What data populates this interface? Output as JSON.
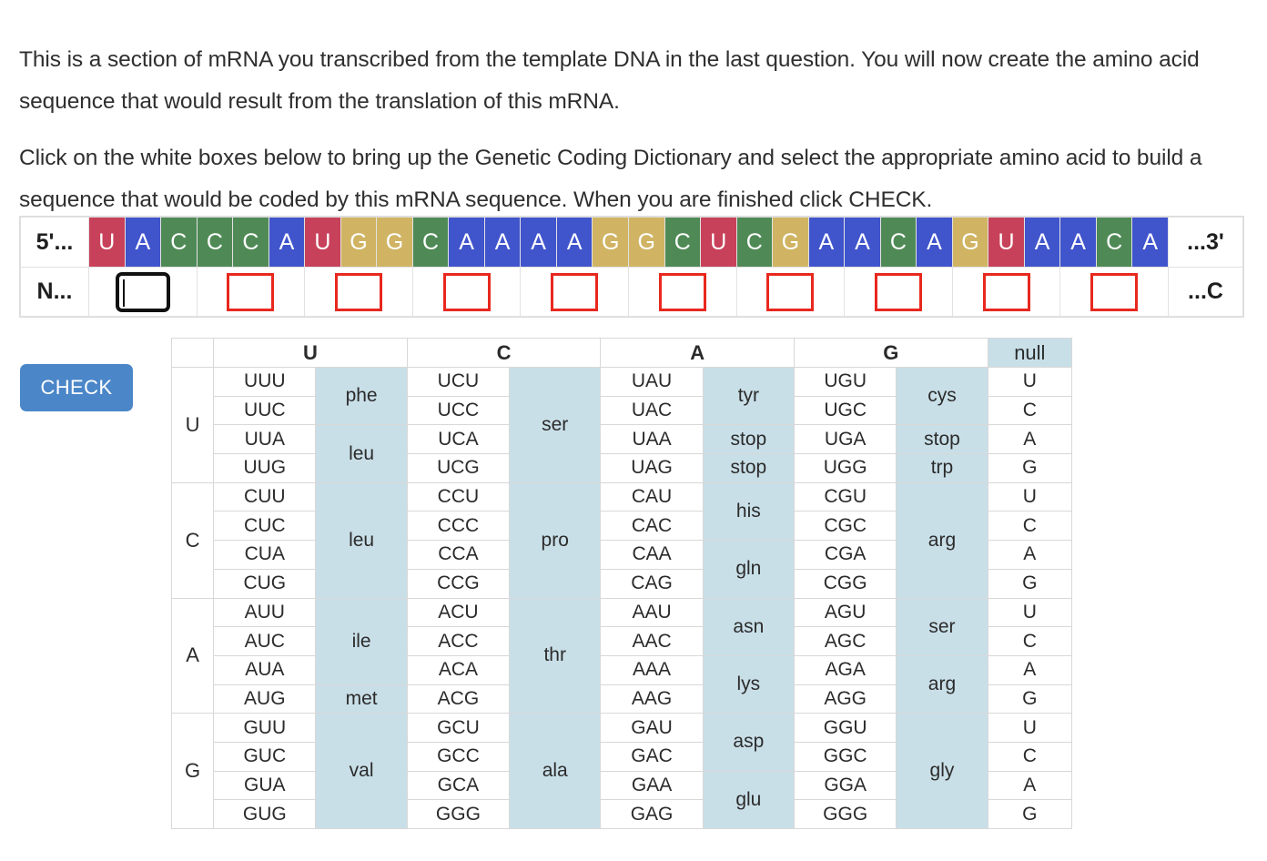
{
  "intro": {
    "p1": "This is a section of mRNA you transcribed from the template DNA in the last question. You will now create the amino acid sequence that would result from the translation of this mRNA.",
    "p2": "Click on the white boxes below to bring up the Genetic Coding Dictionary and select the appropriate amino acid to build a sequence that would be coded by this mRNA sequence. When you are finished click CHECK."
  },
  "sequence": {
    "left_label": "5'...",
    "right_label": "...3'",
    "answer_left_label": "N...",
    "answer_right_label": "...C",
    "nucleotides": [
      "U",
      "A",
      "C",
      "C",
      "C",
      "A",
      "U",
      "G",
      "G",
      "C",
      "A",
      "A",
      "A",
      "A",
      "G",
      "G",
      "C",
      "U",
      "C",
      "G",
      "A",
      "A",
      "C",
      "A",
      "G",
      "U",
      "A",
      "A",
      "C",
      "A"
    ],
    "answers": [
      "",
      "",
      "",
      "",
      "",
      "",
      "",
      "",
      "",
      ""
    ],
    "focused_index": 0,
    "colors": {
      "U": "#c8415a",
      "A": "#4054cc",
      "C": "#4f8a56",
      "G": "#d0b463",
      "box_border": "#e8281e",
      "focused_box_border": "#111111"
    }
  },
  "check_button": {
    "label": "CHECK",
    "color": "#4a86c8"
  },
  "codon_table": {
    "corner": "",
    "column_headers": [
      "U",
      "C",
      "A",
      "G"
    ],
    "null_header": "null",
    "row_headers": [
      "U",
      "C",
      "A",
      "G"
    ],
    "third_base": [
      "U",
      "C",
      "A",
      "G"
    ],
    "highlight_color": "#c9dfe8",
    "rows": [
      {
        "first": "U",
        "blocks": [
          {
            "col": "U",
            "groups": [
              {
                "codons": [
                  "UUU",
                  "UUC"
                ],
                "aa": "phe"
              },
              {
                "codons": [
                  "UUA",
                  "UUG"
                ],
                "aa": "leu"
              }
            ]
          },
          {
            "col": "C",
            "groups": [
              {
                "codons": [
                  "UCU",
                  "UCC",
                  "UCA",
                  "UCG"
                ],
                "aa": "ser"
              }
            ]
          },
          {
            "col": "A",
            "groups": [
              {
                "codons": [
                  "UAU",
                  "UAC"
                ],
                "aa": "tyr"
              },
              {
                "codons": [
                  "UAA"
                ],
                "aa": "stop"
              },
              {
                "codons": [
                  "UAG"
                ],
                "aa": "stop"
              }
            ]
          },
          {
            "col": "G",
            "groups": [
              {
                "codons": [
                  "UGU",
                  "UGC"
                ],
                "aa": "cys"
              },
              {
                "codons": [
                  "UGA"
                ],
                "aa": "stop"
              },
              {
                "codons": [
                  "UGG"
                ],
                "aa": "trp"
              }
            ]
          }
        ]
      },
      {
        "first": "C",
        "blocks": [
          {
            "col": "U",
            "groups": [
              {
                "codons": [
                  "CUU",
                  "CUC",
                  "CUA",
                  "CUG"
                ],
                "aa": "leu"
              }
            ]
          },
          {
            "col": "C",
            "groups": [
              {
                "codons": [
                  "CCU",
                  "CCC",
                  "CCA",
                  "CCG"
                ],
                "aa": "pro"
              }
            ]
          },
          {
            "col": "A",
            "groups": [
              {
                "codons": [
                  "CAU",
                  "CAC"
                ],
                "aa": "his"
              },
              {
                "codons": [
                  "CAA",
                  "CAG"
                ],
                "aa": "gln"
              }
            ]
          },
          {
            "col": "G",
            "groups": [
              {
                "codons": [
                  "CGU",
                  "CGC",
                  "CGA",
                  "CGG"
                ],
                "aa": "arg"
              }
            ]
          }
        ]
      },
      {
        "first": "A",
        "blocks": [
          {
            "col": "U",
            "groups": [
              {
                "codons": [
                  "AUU",
                  "AUC",
                  "AUA"
                ],
                "aa": "ile"
              },
              {
                "codons": [
                  "AUG"
                ],
                "aa": "met"
              }
            ]
          },
          {
            "col": "C",
            "groups": [
              {
                "codons": [
                  "ACU",
                  "ACC",
                  "ACA",
                  "ACG"
                ],
                "aa": "thr"
              }
            ]
          },
          {
            "col": "A",
            "groups": [
              {
                "codons": [
                  "AAU",
                  "AAC"
                ],
                "aa": "asn"
              },
              {
                "codons": [
                  "AAA",
                  "AAG"
                ],
                "aa": "lys"
              }
            ]
          },
          {
            "col": "G",
            "groups": [
              {
                "codons": [
                  "AGU",
                  "AGC"
                ],
                "aa": "ser"
              },
              {
                "codons": [
                  "AGA",
                  "AGG"
                ],
                "aa": "arg"
              }
            ]
          }
        ]
      },
      {
        "first": "G",
        "blocks": [
          {
            "col": "U",
            "groups": [
              {
                "codons": [
                  "GUU",
                  "GUC",
                  "GUA",
                  "GUG"
                ],
                "aa": "val"
              }
            ]
          },
          {
            "col": "C",
            "groups": [
              {
                "codons": [
                  "GCU",
                  "GCC",
                  "GCA",
                  "GGG"
                ],
                "aa": "ala"
              }
            ]
          },
          {
            "col": "A",
            "groups": [
              {
                "codons": [
                  "GAU",
                  "GAC"
                ],
                "aa": "asp"
              },
              {
                "codons": [
                  "GAA",
                  "GAG"
                ],
                "aa": "glu"
              }
            ]
          },
          {
            "col": "G",
            "groups": [
              {
                "codons": [
                  "GGU",
                  "GGC",
                  "GGA",
                  "GGG"
                ],
                "aa": "gly"
              }
            ]
          }
        ]
      }
    ]
  }
}
